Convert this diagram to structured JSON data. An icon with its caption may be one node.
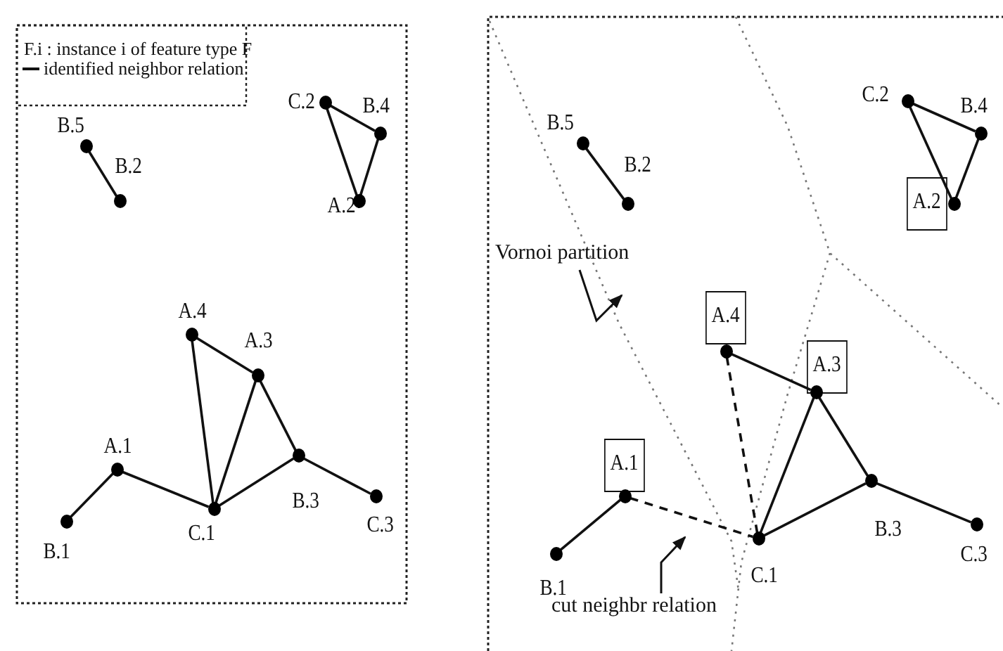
{
  "diagram": {
    "nodes": [
      {
        "text": [
          "B.5"
        ]
      },
      {
        "text": [
          "B.2"
        ]
      },
      {
        "text": [
          "C.2"
        ]
      },
      {
        "text": [
          "B.4"
        ]
      },
      {
        "text": [
          "A.2"
        ]
      },
      {
        "text": [
          "A.4"
        ]
      },
      {
        "text": [
          "A.3"
        ]
      },
      {
        "text": [
          "A.1"
        ]
      },
      {
        "text": [
          "C.1"
        ]
      },
      {
        "text": [
          "B.3"
        ]
      },
      {
        "text": [
          "B.1"
        ]
      },
      {
        "text": [
          "C.3"
        ]
      },
      {
        "text": [
          "B.5"
        ]
      },
      {
        "text": [
          "B.2"
        ]
      },
      {
        "text": [
          "C.2"
        ]
      },
      {
        "text": [
          "B.4"
        ]
      },
      {
        "text": [
          "A.2"
        ]
      },
      {
        "text": [
          "Vornoi partition"
        ]
      },
      {
        "text": [
          "A.4"
        ]
      },
      {
        "text": [
          "A.3"
        ]
      },
      {
        "text": [
          "A.1"
        ]
      },
      {
        "text": [
          "C.1"
        ]
      },
      {
        "text": [
          "B.3"
        ]
      },
      {
        "text": [
          "B.1"
        ]
      },
      {
        "text": [
          "C.3"
        ]
      },
      {
        "text": [
          "cut neighbr relation"
        ]
      }
    ],
    "edges": [
      {
        "from": 0,
        "to": 1,
        "arrow": "none"
      },
      {
        "from": 2,
        "to": 3,
        "arrow": "none"
      },
      {
        "from": 2,
        "to": 4,
        "arrow": "none"
      },
      {
        "from": 3,
        "to": 4,
        "arrow": "none"
      },
      {
        "from": 5,
        "to": 6,
        "arrow": "none"
      },
      {
        "from": 5,
        "to": 8,
        "arrow": "none"
      },
      {
        "from": 6,
        "to": 8,
        "arrow": "none"
      },
      {
        "from": 6,
        "to": 9,
        "arrow": "none"
      },
      {
        "from": 10,
        "to": 7,
        "arrow": "none"
      },
      {
        "from": 7,
        "to": 8,
        "arrow": "none"
      },
      {
        "from": 8,
        "to": 9,
        "arrow": "none"
      },
      {
        "from": 9,
        "to": 11,
        "arrow": "none"
      },
      {
        "from": 12,
        "to": 13,
        "arrow": "none"
      },
      {
        "from": 14,
        "to": 15,
        "arrow": "none"
      },
      {
        "from": 14,
        "to": 16,
        "arrow": "none"
      },
      {
        "from": 15,
        "to": 16,
        "arrow": "none"
      },
      {
        "from": 17,
        "to": null,
        "arrow": "to"
      },
      {
        "from": 18,
        "to": 19,
        "arrow": "none"
      },
      {
        "from": 18,
        "to": 21,
        "arrow": "none",
        "style": "dashed"
      },
      {
        "from": 19,
        "to": 21,
        "arrow": "none"
      },
      {
        "from": 19,
        "to": 22,
        "arrow": "none"
      },
      {
        "from": 23,
        "to": 20,
        "arrow": "none"
      },
      {
        "from": 20,
        "to": 21,
        "arrow": "none",
        "style": "dashed"
      },
      {
        "from": 21,
        "to": 22,
        "arrow": "none"
      },
      {
        "from": 22,
        "to": 24,
        "arrow": "none"
      },
      {
        "from": 25,
        "to": null,
        "arrow": "to"
      }
    ],
    "labels": [
      "F.i : instance i of feature type F"
    ],
    "legend": [
      {
        "text": "identified neighbor relation"
      }
    ]
  }
}
